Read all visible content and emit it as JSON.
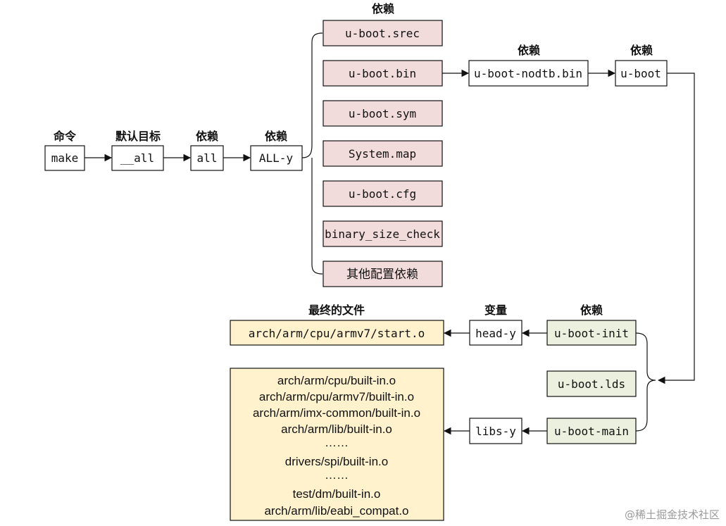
{
  "colors": {
    "pink": "#f2dcdb",
    "green": "#ebf1de",
    "yellow": "#fff2cc",
    "stroke": "#111111"
  },
  "labels": {
    "cmd": "命令",
    "default_target": "默认目标",
    "dep_all": "依赖",
    "dep_ally": "依赖",
    "dep_top": "依赖",
    "dep_nodtb": "依赖",
    "dep_uboot": "依赖",
    "final_files": "最终的文件",
    "variable": "变量",
    "dep_init": "依赖"
  },
  "nodes": {
    "make": "make",
    "all_default": "__all",
    "all": "all",
    "ally": "ALL-y",
    "srec": "u-boot.srec",
    "bin": "u-boot.bin",
    "sym": "u-boot.sym",
    "sysmap": "System.map",
    "cfg": "u-boot.cfg",
    "size_check": "binary_size_check",
    "other_deps": "其他配置依赖",
    "nodtb": "u-boot-nodtb.bin",
    "uboot": "u-boot",
    "init": "u-boot-init",
    "lds": "u-boot.lds",
    "main": "u-boot-main",
    "head_y": "head-y",
    "libs_y": "libs-y",
    "start_o": "arch/arm/cpu/armv7/start.o"
  },
  "libs_list": [
    "arch/arm/cpu/built-in.o",
    "arch/arm/cpu/armv7/built-in.o",
    "arch/arm/imx-common/built-in.o",
    "arch/arm/lib/built-in.o",
    "……",
    "drivers/spi/built-in.o",
    "……",
    "test/dm/built-in.o",
    "arch/arm/lib/eabi_compat.o"
  ],
  "watermark": "@稀土掘金技术社区"
}
